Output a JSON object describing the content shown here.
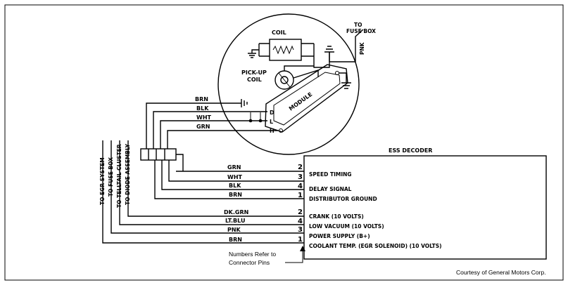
{
  "distributor": {
    "coil_label": "COIL",
    "pickup_label_1": "PICK-UP",
    "pickup_label_2": "COIL",
    "module_label": "MODULE",
    "pin_d": "D",
    "pin_l": "L",
    "pin_h": "H"
  },
  "fuse_box": {
    "line1": "TO",
    "line2": "FUSE BOX",
    "wire": "PNK"
  },
  "upper_wires": [
    "BRN",
    "BLK",
    "WHT",
    "GRN"
  ],
  "decoder": {
    "title": "ESS DECODER",
    "rows": [
      {
        "wire": "GRN",
        "pin": "2",
        "label": "SPEED TIMING"
      },
      {
        "wire": "WHT",
        "pin": "3",
        "label": ""
      },
      {
        "wire": "BLK",
        "pin": "4",
        "label": "DELAY SIGNAL"
      },
      {
        "wire": "BRN",
        "pin": "1",
        "label": "DISTRIBUTOR GROUND"
      },
      {
        "wire": "DK.GRN",
        "pin": "2",
        "label": "CRANK (10 VOLTS)"
      },
      {
        "wire": "LT.BLU",
        "pin": "4",
        "label": "LOW VACUUM (10 VOLTS)"
      },
      {
        "wire": "PNK",
        "pin": "3",
        "label": "POWER SUPPLY (B+)"
      },
      {
        "wire": "BRN",
        "pin": "1",
        "label": "COOLANT TEMP. (EGR SOLENOID) (10 VOLTS)"
      }
    ]
  },
  "left_labels": [
    "TO EGR SYSTEM",
    "TO FUSE BOX",
    "TO TELLTAIL CLUSTER",
    "TO DIODE ASSEMBLY"
  ],
  "note": {
    "line1": "Numbers Refer to",
    "line2": "Connector Pins"
  },
  "credit": "Courtesy of General Motors Corp."
}
